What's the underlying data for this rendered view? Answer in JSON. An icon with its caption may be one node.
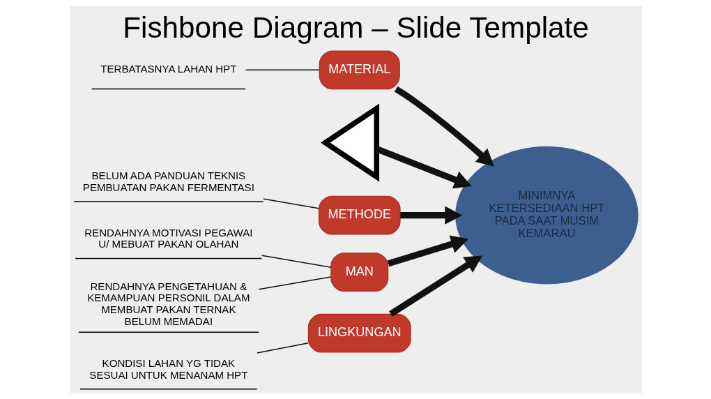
{
  "diagram": {
    "title": "Fishbone Diagram – Slide Template",
    "nodes": [
      {
        "text": [
          "LINGKUNGAN"
        ]
      },
      {
        "text": [
          "MATERIAL"
        ]
      },
      {
        "text": [
          "KONDISI LAHAN YG TIDAK SESUAI UNTUK MENANAM HPT"
        ]
      },
      {
        "text": [
          "TERBATASNYA LAHAN HPT"
        ]
      },
      {
        "text": [],
        "shape": "triangle"
      },
      {
        "text": [
          "MINIMNYA KETERSEDIAAN HPT PADA SAAT MUSIM KEMARAU"
        ]
      },
      {
        "text": [
          "RENDAHNYA MOTIVASI PEGAWAI U/ MEBUAT PAKAN OLAHAN"
        ]
      },
      {
        "text": [
          "BELUM ADA PANDUAN TEKNIS PEMBUATAN PAKAN FERMENTASI"
        ]
      },
      {
        "text": [
          "RENDAHNYA PENGETAHUAN & KEMAMPUAN PERSONIL DALAM MEMBUAT PAKAN TERNAK BELUM MEMADAI"
        ]
      },
      {
        "text": [
          "METHODE"
        ]
      },
      {
        "text": [
          "MAN"
        ]
      }
    ],
    "edges": [
      {
        "from": 4,
        "to": 5,
        "arrow": "to",
        "style": "thick"
      },
      {
        "from": 0,
        "to": 5,
        "arrow": "to",
        "style": "thick"
      },
      {
        "from": 1,
        "to": 5,
        "arrow": "to",
        "style": "thick"
      },
      {
        "from": 9,
        "to": 5,
        "arrow": "to",
        "style": "thick"
      },
      {
        "from": 10,
        "to": 5,
        "arrow": "to",
        "style": "thick"
      },
      {
        "from": 2,
        "to": 0,
        "arrow": "none"
      },
      {
        "from": 3,
        "to": 1,
        "arrow": "none"
      },
      {
        "from": 7,
        "to": 9,
        "arrow": "none"
      },
      {
        "from": 6,
        "to": 10,
        "arrow": "none"
      },
      {
        "from": 8,
        "to": 10,
        "arrow": "none"
      }
    ]
  }
}
